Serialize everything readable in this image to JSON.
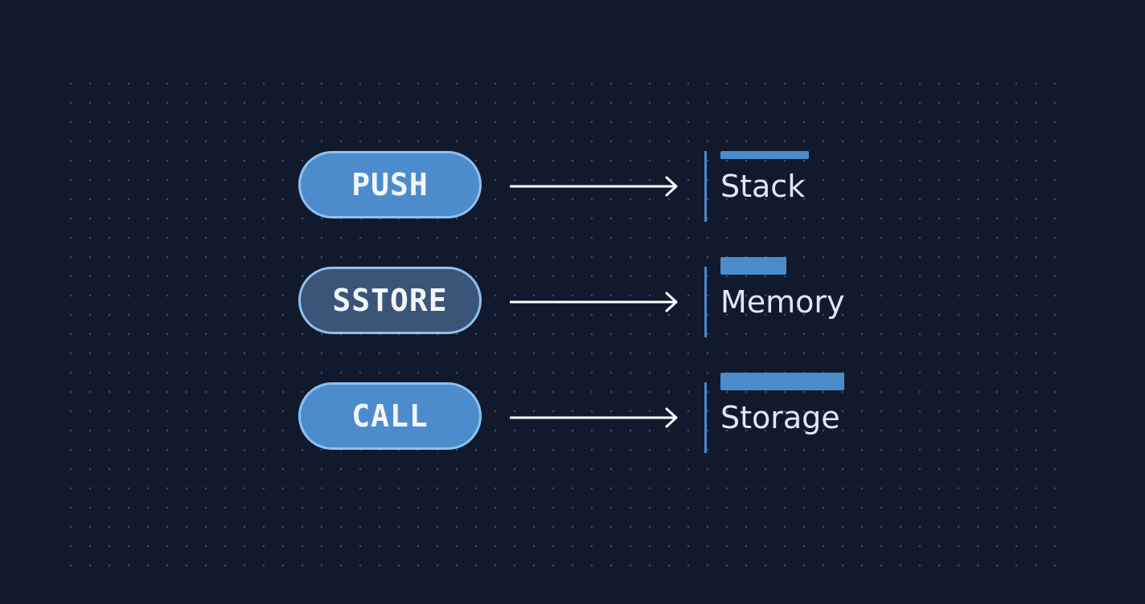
{
  "diagram": {
    "rows": [
      {
        "opcode": "PUSH",
        "target": "Stack"
      },
      {
        "opcode": "SSTORE",
        "target": "Memory"
      },
      {
        "opcode": "CALL",
        "target": "Storage"
      }
    ]
  },
  "colors": {
    "background": "#111a2c",
    "pill_primary": "#4d8ccc",
    "pill_secondary": "#3a5577",
    "pill_border": "#8ec1f2",
    "accent": "#4a8bcc",
    "text_light": "#dfe7f2"
  }
}
